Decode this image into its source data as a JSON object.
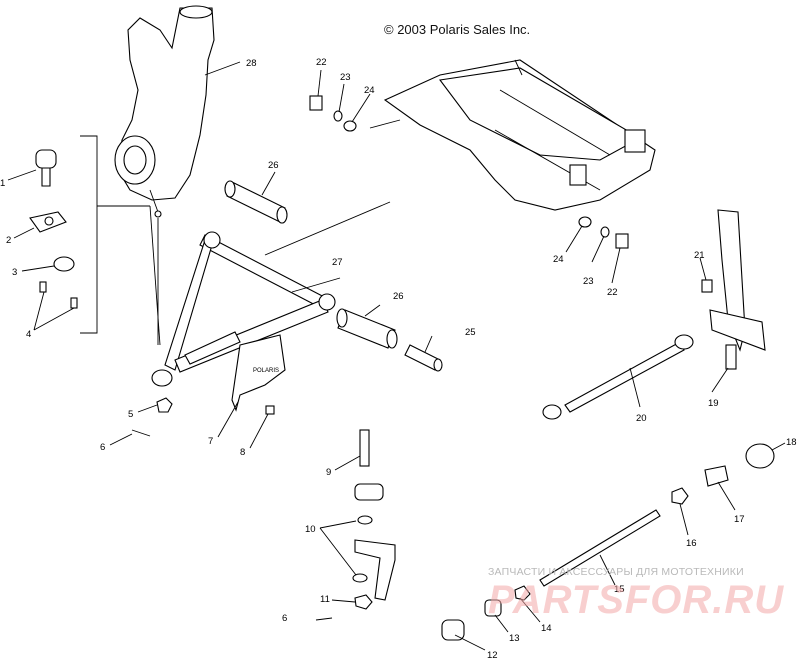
{
  "copyright": "© 2003 Polaris Sales Inc.",
  "watermark": {
    "caption": "ЗАПЧАСТИ И АКСЕССУАРЫ ДЛЯ МОТОТЕХНИКИ",
    "logo": "PARTSFOR.RU"
  },
  "callouts": [
    "1",
    "2",
    "3",
    "4",
    "5",
    "6",
    "7",
    "8",
    "9",
    "10",
    "11",
    "12",
    "13",
    "14",
    "15",
    "16",
    "17",
    "18",
    "19",
    "20",
    "21",
    "22",
    "23",
    "24",
    "25",
    "26",
    "27",
    "28",
    "22",
    "23",
    "24",
    "26",
    "6"
  ],
  "decal_text": "POLARIS"
}
